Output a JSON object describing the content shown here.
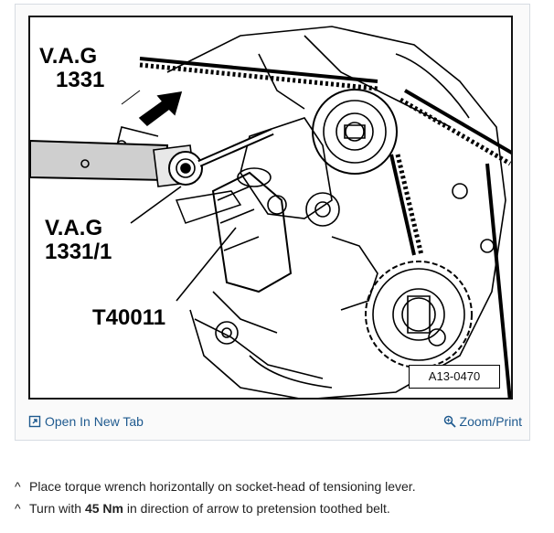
{
  "figure": {
    "labels": {
      "tool_1": "V.A.G\n1331",
      "tool_1_line1": "V.A.G",
      "tool_1_line2": "1331",
      "tool_2_line1": "V.A.G",
      "tool_2_line2": "1331/1",
      "tool_3": "T40011"
    },
    "reference_code": "A13-0470"
  },
  "toolbar": {
    "open_new_tab": "Open In New Tab",
    "zoom_print": "Zoom/Print"
  },
  "steps": [
    {
      "prefix": "^",
      "text_before": "Place torque wrench horizontally on socket-head of tensioning lever.",
      "bold": "",
      "text_after": ""
    },
    {
      "prefix": "^",
      "text_before": "Turn with ",
      "bold": "45 Nm",
      "text_after": " in direction of arrow to pretension toothed belt."
    }
  ],
  "colors": {
    "link": "#1f5a8f",
    "border": "#d7dce2"
  }
}
